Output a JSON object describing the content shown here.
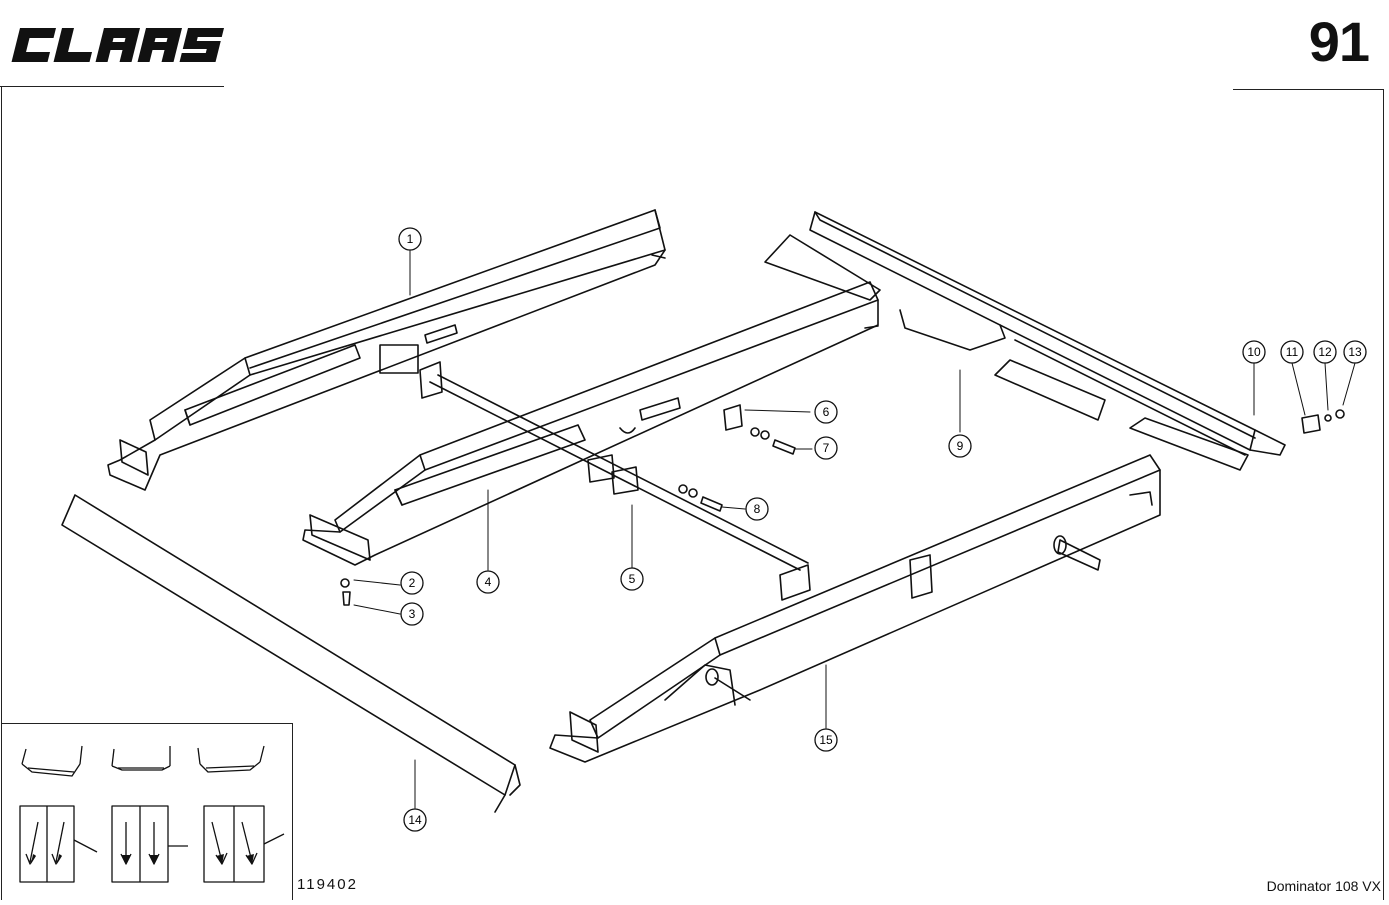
{
  "header": {
    "brand": "CLAAS",
    "page_number": "91"
  },
  "footer": {
    "drawing_number": "119402",
    "model": "Dominator 108 VX"
  },
  "callouts": [
    {
      "label": "1"
    },
    {
      "label": "2"
    },
    {
      "label": "3"
    },
    {
      "label": "4"
    },
    {
      "label": "5"
    },
    {
      "label": "6"
    },
    {
      "label": "7"
    },
    {
      "label": "8"
    },
    {
      "label": "9"
    },
    {
      "label": "10"
    },
    {
      "label": "11"
    },
    {
      "label": "12"
    },
    {
      "label": "13"
    },
    {
      "label": "14"
    },
    {
      "label": "15"
    }
  ]
}
